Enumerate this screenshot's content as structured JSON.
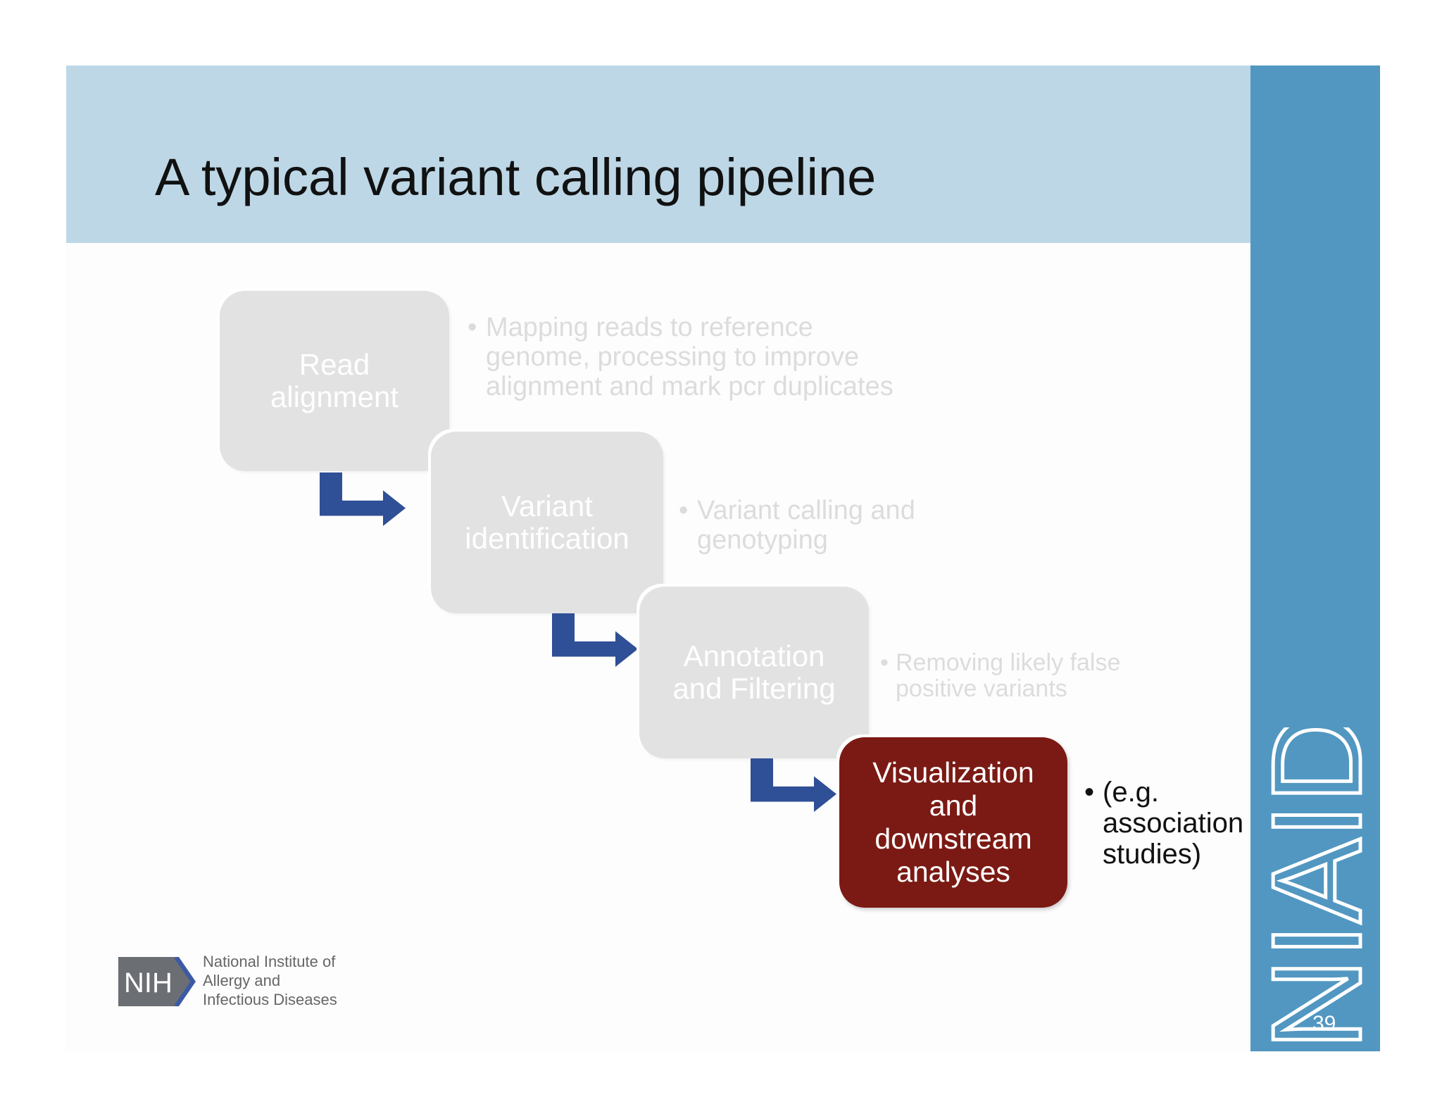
{
  "slide": {
    "title": "A typical variant calling pipeline",
    "page_number": "39"
  },
  "brand": {
    "side_logo_text": "NIAID",
    "nih_badge": "NIH",
    "institute_lines": [
      "National Institute of",
      "Allergy and",
      "Infectious Diseases"
    ]
  },
  "steps": [
    {
      "label_lines": [
        "Read",
        "alignment"
      ],
      "description_lines": [
        "Mapping reads to reference",
        "genome, processing to improve",
        "alignment and mark pcr duplicates"
      ],
      "active": false
    },
    {
      "label_lines": [
        "Variant",
        "identification"
      ],
      "description_lines": [
        "Variant calling and",
        "genotyping"
      ],
      "active": false
    },
    {
      "label_lines": [
        "Annotation",
        "and Filtering"
      ],
      "description_lines": [
        "Removing likely false",
        "positive variants"
      ],
      "active": false
    },
    {
      "label_lines": [
        "Visualization",
        "and",
        "downstream",
        "analyses"
      ],
      "description_lines": [
        "(e.g.",
        "association",
        "studies)"
      ],
      "active": true
    }
  ],
  "colors": {
    "header_band": "#bdd7e6",
    "side_band": "#5197c1",
    "inactive_box": "#e2e2e3",
    "active_box": "#7b1a14",
    "arrow": "#2f4f96",
    "bullet": "•"
  }
}
